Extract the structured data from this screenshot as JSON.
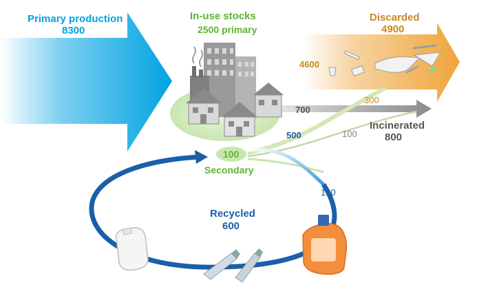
{
  "primary_production": {
    "label": "Primary production",
    "value": "8300"
  },
  "in_use_stocks": {
    "label": "In-use stocks",
    "value": "2500 primary"
  },
  "secondary": {
    "value": "100",
    "label": "Secondary"
  },
  "discarded": {
    "label": "Discarded",
    "value": "4900",
    "inflow_primary": "4600",
    "inflow_secondary": "300"
  },
  "incinerated": {
    "label": "Incinerated",
    "value": "800",
    "inflow_primary": "700",
    "inflow_secondary": "100"
  },
  "recycling_outflow": {
    "value": "500",
    "lost": "100"
  },
  "recycled": {
    "label": "Recycled",
    "value": "600"
  },
  "colors": {
    "primary_arrow": "#00a3e0",
    "discarded_arrow": "#f0a43a",
    "incinerated_arrow": "#8c8c8c",
    "loop": "#1a5fa8",
    "in_use_fill": "#d7eec5"
  },
  "icons": [
    "city-buildings-icon",
    "plastic-debris-icon",
    "milk-jug-icon",
    "bottles-icon",
    "detergent-bottle-icon"
  ]
}
